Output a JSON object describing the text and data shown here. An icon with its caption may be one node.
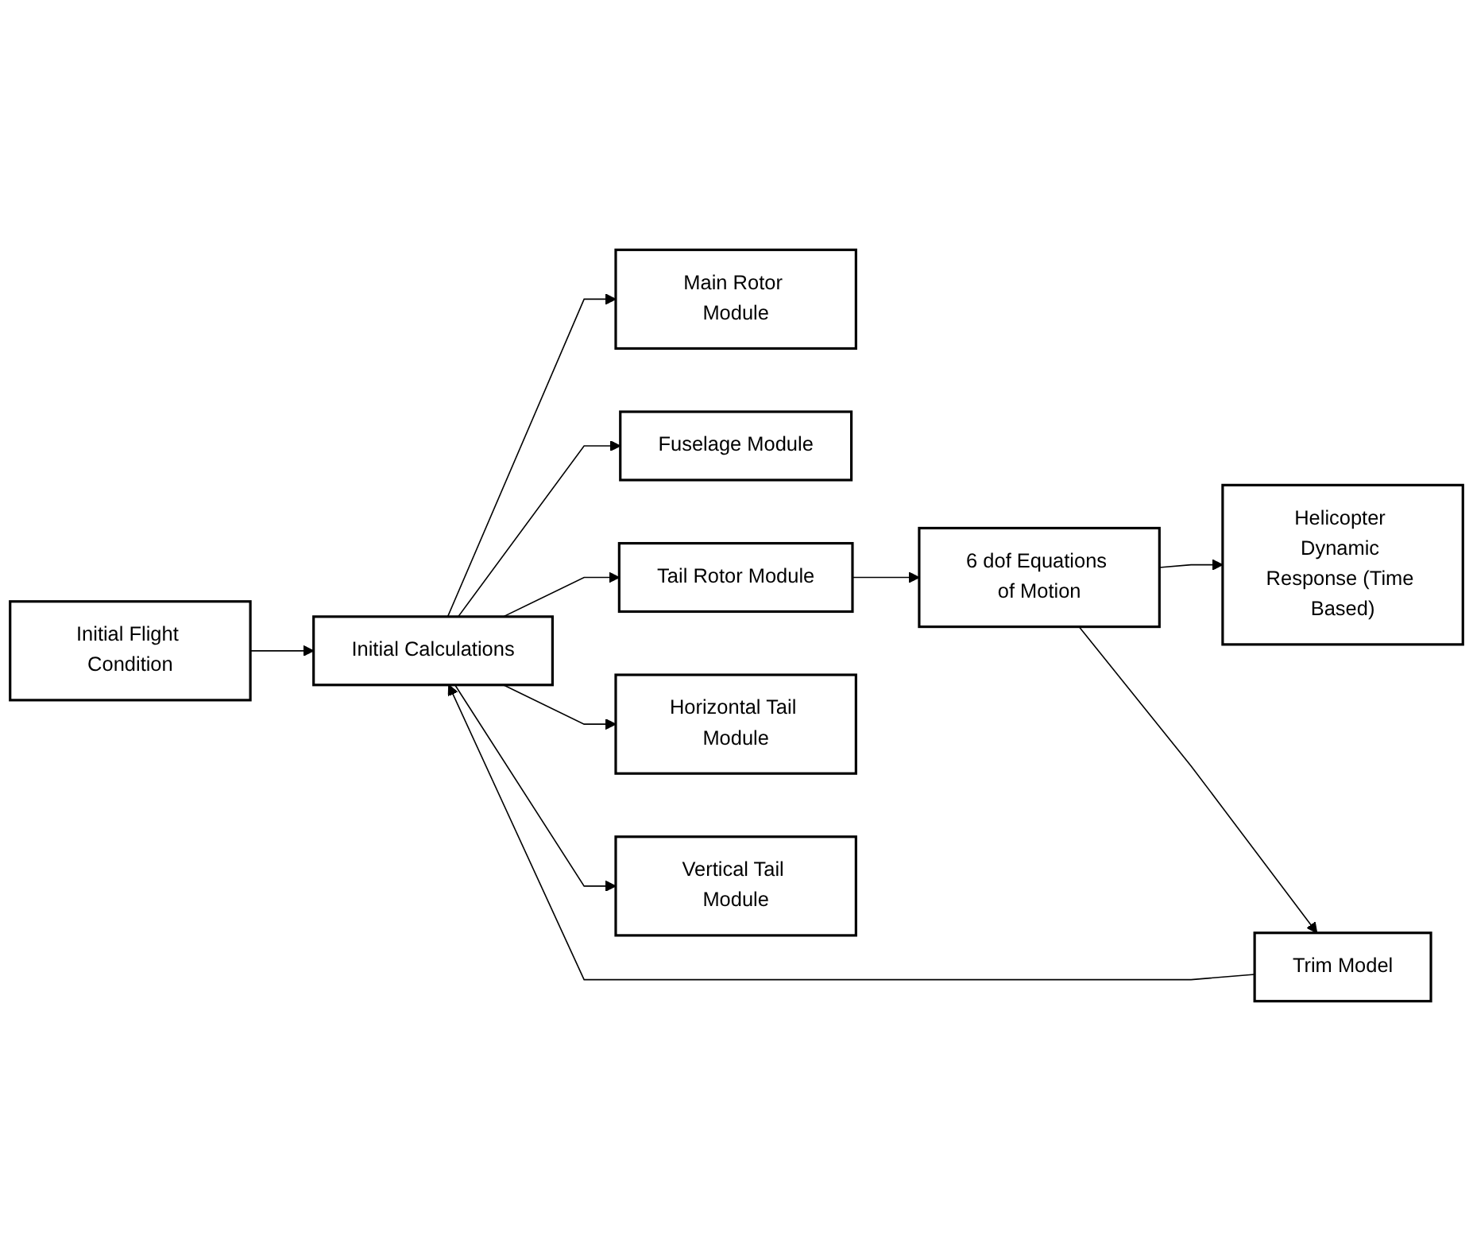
{
  "diagram": {
    "nodes": [
      {
        "text": [
          "Initial Flight Condition"
        ]
      },
      {
        "text": [
          "Initial Calculations"
        ]
      },
      {
        "text": [
          "Main Rotor Module"
        ]
      },
      {
        "text": [
          "Fuselage Module"
        ]
      },
      {
        "text": [
          "Tail Rotor Module"
        ]
      },
      {
        "text": [
          "Horizontal Tail Module"
        ]
      },
      {
        "text": [
          "Vertical Tail Module"
        ]
      },
      {
        "text": [
          "6 dof Equations of Motion"
        ]
      },
      {
        "text": [
          "Helicopter Dynamic Response (Time Based)"
        ]
      },
      {
        "text": [
          "Trim Model"
        ]
      }
    ],
    "edges": [
      {
        "from": 0,
        "to": 1,
        "arrow": "to"
      },
      {
        "from": 1,
        "to": 2,
        "arrow": "to"
      },
      {
        "from": 1,
        "to": 3,
        "arrow": "to"
      },
      {
        "from": 1,
        "to": 4,
        "arrow": "to"
      },
      {
        "from": 1,
        "to": 5,
        "arrow": "to"
      },
      {
        "from": 1,
        "to": 6,
        "arrow": "to"
      },
      {
        "from": 4,
        "to": 7,
        "arrow": "to"
      },
      {
        "from": 7,
        "to": 8,
        "arrow": "to"
      },
      {
        "from": 7,
        "to": 9,
        "arrow": "to"
      },
      {
        "from": 9,
        "to": 1,
        "arrow": "to"
      }
    ]
  }
}
